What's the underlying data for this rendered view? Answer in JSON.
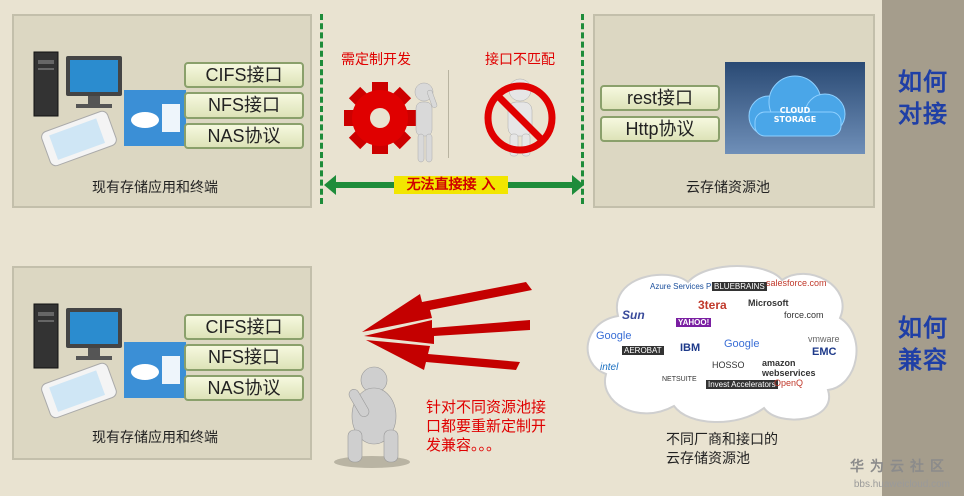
{
  "side_labels": {
    "top": "如何\n对接",
    "bottom": "如何\n兼容"
  },
  "top_row": {
    "left_panel": {
      "interfaces": [
        "CIFS接口",
        "NFS接口",
        "NAS协议"
      ],
      "caption": "现有存储应用和终端"
    },
    "middle": {
      "custom_dev_label": "需定制开发",
      "mismatch_label": "接口不匹配",
      "arrow_label": "无法直接接 入"
    },
    "right_panel": {
      "interfaces": [
        "rest接口",
        "Http协议"
      ],
      "cloud_text": "CLOUD\nSTORAGE",
      "caption": "云存储资源池"
    }
  },
  "bottom_row": {
    "left_panel": {
      "interfaces": [
        "CIFS接口",
        "NFS接口",
        "NAS协议"
      ],
      "caption": "现有存储应用和终端"
    },
    "note": "针对不同资源池接\n口都要重新定制开\n发兼容。。。",
    "cloud_caption": "不同厂商和接口的\n云存储资源池",
    "vendors": [
      "Azure Services Platform",
      "BLUEBRAINS",
      "salesforce.com",
      "3tera",
      "Microsoft",
      "Sun",
      "YAHOO!",
      "force.com",
      "Google",
      "IBM",
      "Google",
      "vmware",
      "AEROBAT",
      "HOSSO",
      "amazon webservices",
      "EMC",
      "intel",
      "NETSUITE",
      "Invest Accelerators",
      "OpenQ"
    ]
  },
  "watermark": {
    "name": "华为云社区",
    "url": "bbs.huaweicloud.com"
  },
  "colors": {
    "accent_red": "#e00000",
    "side_blue": "#1f3fa6",
    "green": "#1e8c3a",
    "arrow_label_bg": "#f2e600"
  }
}
